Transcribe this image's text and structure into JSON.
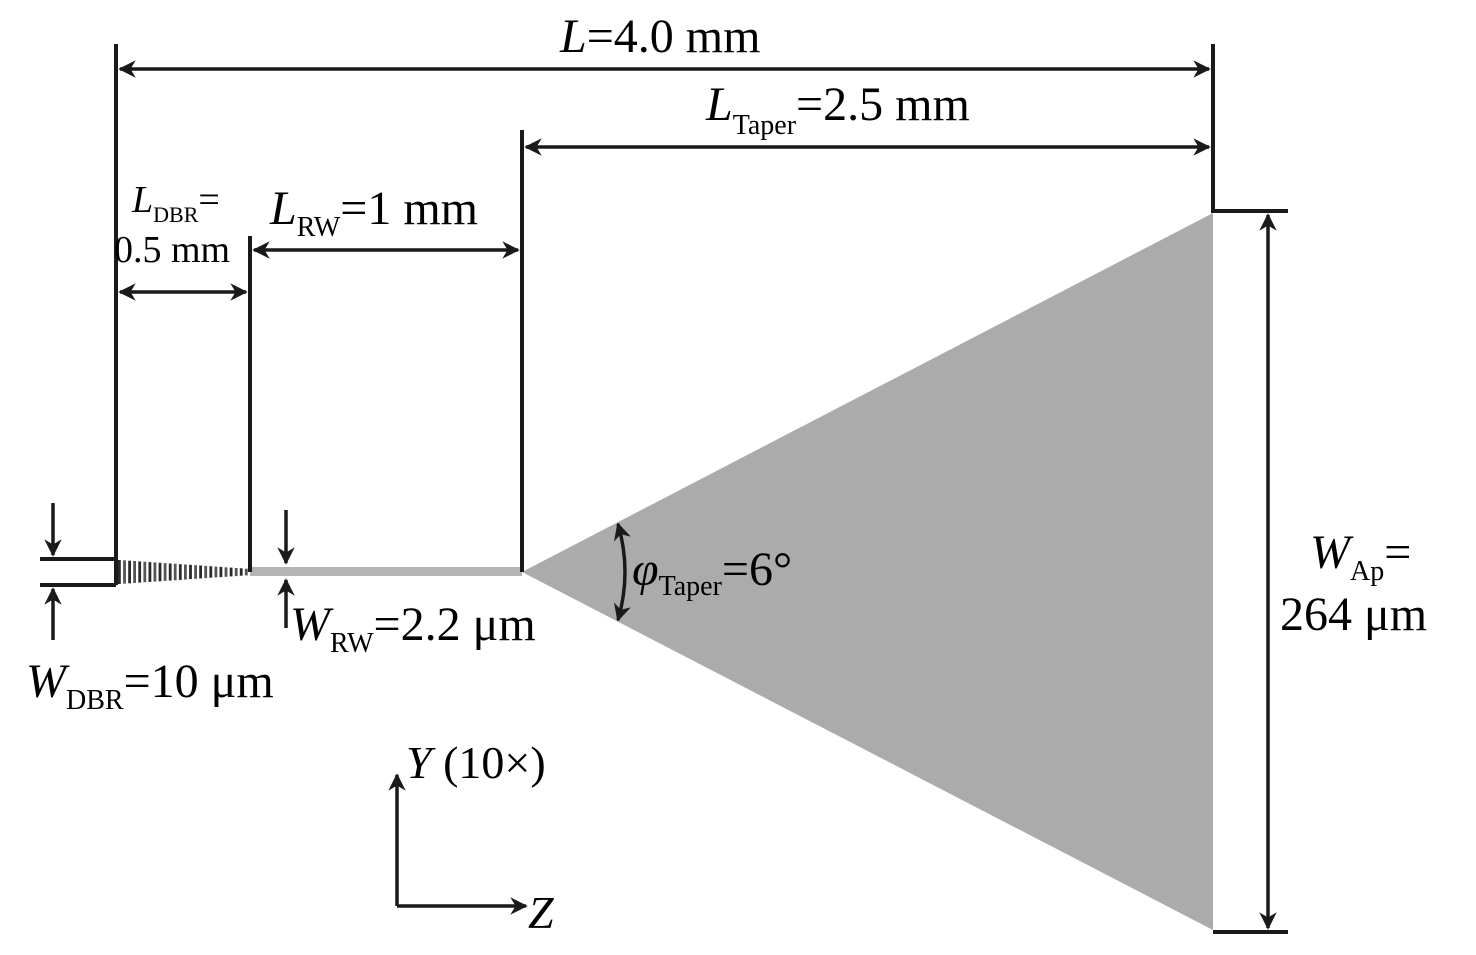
{
  "diagram": {
    "colors": {
      "taper_fill": "#ababab",
      "ridge_fill": "#b4b4b4",
      "line": "#1a1a1a"
    },
    "labels": {
      "total_length": {
        "symbol": "L",
        "sub": "",
        "value": "=4.0 mm"
      },
      "taper_length": {
        "symbol": "L",
        "sub": "Taper",
        "value": "=2.5 mm"
      },
      "dbr_length": {
        "symbol": "L",
        "sub": "DBR",
        "value": "=",
        "value2": "0.5 mm"
      },
      "rw_length": {
        "symbol": "L",
        "sub": "RW",
        "value": "=1 mm"
      },
      "dbr_width": {
        "symbol": "W",
        "sub": "DBR",
        "value": "=10 μm"
      },
      "rw_width": {
        "symbol": "W",
        "sub": "RW",
        "value": "=2.2 μm"
      },
      "taper_angle": {
        "symbol": "φ",
        "sub": "Taper",
        "value": "=6°"
      },
      "aperture_width": {
        "symbol": "W",
        "sub": "Ap",
        "value": "=",
        "value2": "264 μm"
      },
      "axis_y": {
        "symbol": "Y",
        "value": " (10×)"
      },
      "axis_z": {
        "symbol": "Z"
      }
    }
  }
}
